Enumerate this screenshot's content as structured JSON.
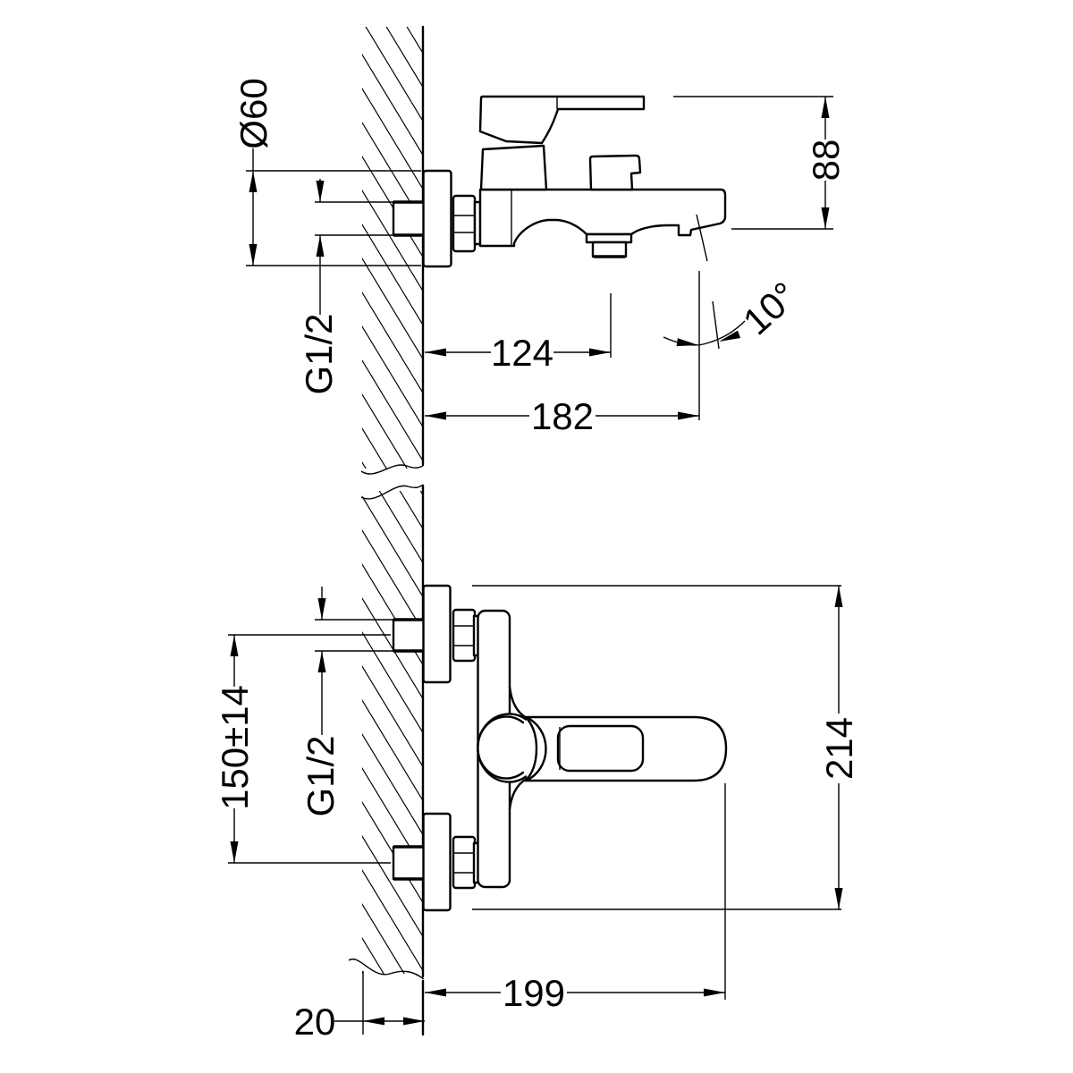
{
  "colors": {
    "background": "#ffffff",
    "line": "#000000"
  },
  "side_view": {
    "labels": {
      "flange_diameter": "Ø60",
      "thread": "G1/2",
      "spout_center_offset": "124",
      "total_projection": "182",
      "body_height": "88",
      "spout_angle": "10°"
    }
  },
  "plan_view": {
    "labels": {
      "connection_centers": "150±14",
      "thread": "G1/2",
      "overall_height": "214",
      "total_length": "199",
      "wall_thickness": "20"
    }
  }
}
